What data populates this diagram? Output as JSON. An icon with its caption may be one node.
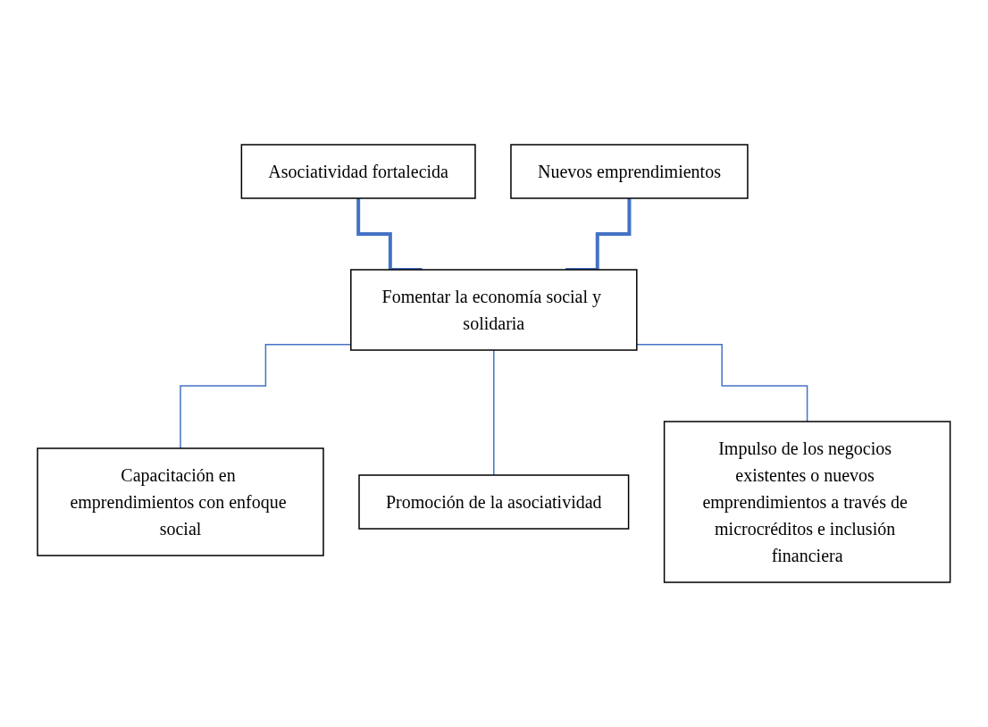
{
  "diagram": {
    "nodes": [
      {
        "text": [
          "Asociatividad fortalecida"
        ]
      },
      {
        "text": [
          "Nuevos emprendimientos"
        ]
      },
      {
        "text": [
          "Fomentar la economía social y solidaria"
        ]
      },
      {
        "text": [
          "Capacitación en emprendimientos con enfoque social"
        ]
      },
      {
        "text": [
          "Promoción de la asociatividad"
        ]
      },
      {
        "text": [
          "Impulso de los negocios existentes o nuevos emprendimientos a través de microcréditos e inclusión financiera"
        ]
      }
    ],
    "edges": [
      {
        "from": 0,
        "to": 2,
        "arrow": "none",
        "style": "thick"
      },
      {
        "from": 1,
        "to": 2,
        "arrow": "none",
        "style": "thick"
      },
      {
        "from": 2,
        "to": 3,
        "arrow": "none"
      },
      {
        "from": 2,
        "to": 4,
        "arrow": "none"
      },
      {
        "from": 2,
        "to": 5,
        "arrow": "none"
      }
    ]
  }
}
